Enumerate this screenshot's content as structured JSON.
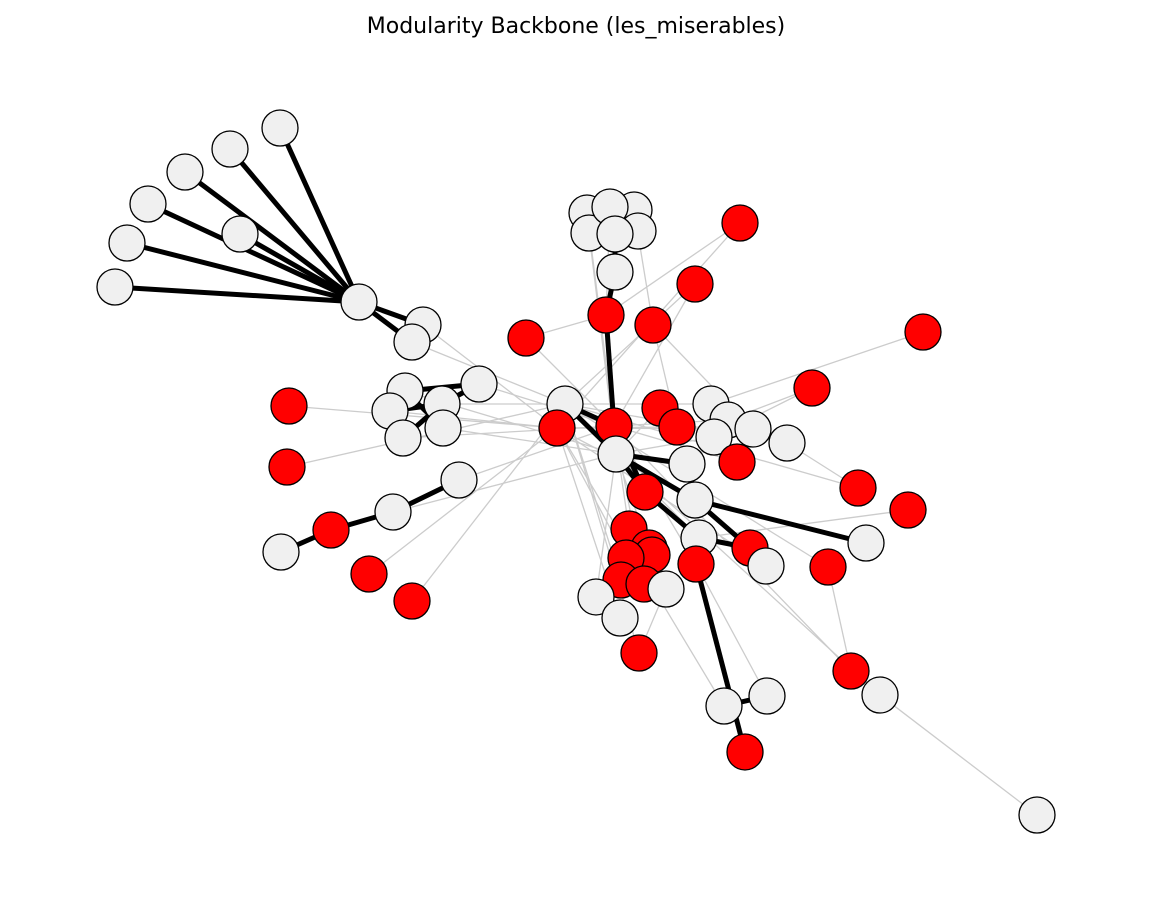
{
  "title": "Modularity Backbone (les_miserables)",
  "colors": {
    "highlighted_node": "#ff0000",
    "regular_node": "#f0f0f0",
    "node_outline": "#000000",
    "backbone_edge": "#000000",
    "other_edge": "#cccccc"
  },
  "node_groups": [
    "w",
    "w",
    "w",
    "w",
    "w",
    "w",
    "w",
    "w",
    "w",
    "w",
    "w",
    "w",
    "w",
    "w",
    "w",
    "w",
    "r",
    "r",
    "w",
    "w",
    "r",
    "w",
    "r",
    "r",
    "w",
    "w",
    "w",
    "w",
    "w",
    "w",
    "w",
    "r",
    "r",
    "r",
    "r",
    "r",
    "r",
    "r",
    "w",
    "r",
    "r",
    "r",
    "r",
    "w",
    "w",
    "w",
    "w",
    "w",
    "r",
    "w",
    "w",
    "r",
    "w",
    "r",
    "r",
    "r",
    "w",
    "r",
    "w",
    "w",
    "r",
    "r",
    "r",
    "r",
    "r",
    "r",
    "r",
    "w",
    "w",
    "w",
    "r",
    "r",
    "w",
    "w",
    "w",
    "r"
  ]
}
